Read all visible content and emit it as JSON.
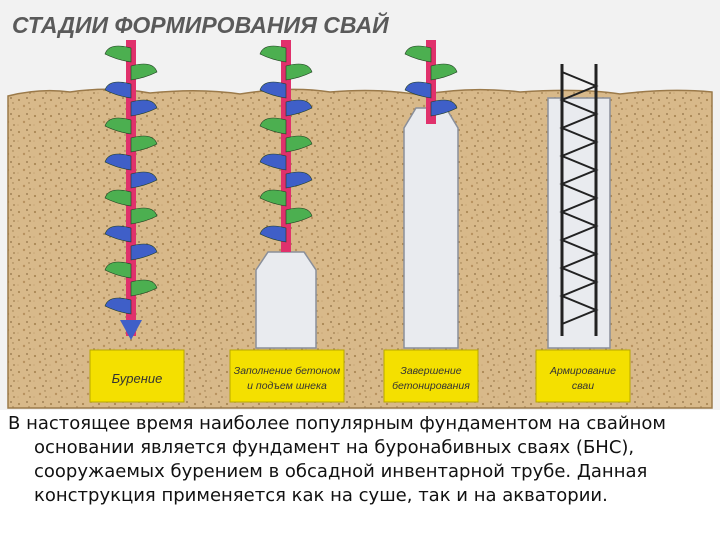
{
  "diagram": {
    "title": "СТАДИИ ФОРМИРОВАНИЯ СВАЙ",
    "stages": [
      {
        "label_lines": [
          "Бурение"
        ]
      },
      {
        "label_lines": [
          "Заполнение бетоном",
          "и подъем шнека"
        ]
      },
      {
        "label_lines": [
          "Завершение",
          "бетонирования"
        ]
      },
      {
        "label_lines": [
          "Армирование",
          "сваи"
        ]
      }
    ],
    "colors": {
      "soil": "#d8b98a",
      "shaft": "#e0316c",
      "flight_green": "#4caf50",
      "flight_blue": "#3f5fc8",
      "concrete": "#e9ebef",
      "label_box": "#f4e000",
      "rebar": "#222222"
    }
  },
  "caption": {
    "text": "В настоящее время наиболее популярным фундаментом на свайном основании является фундамент на буронабивных сваях (БНС), сооружаемых бурением в обсадной инвентарной трубе. Данная конструкция применяется как на суше, так и на акватории."
  }
}
